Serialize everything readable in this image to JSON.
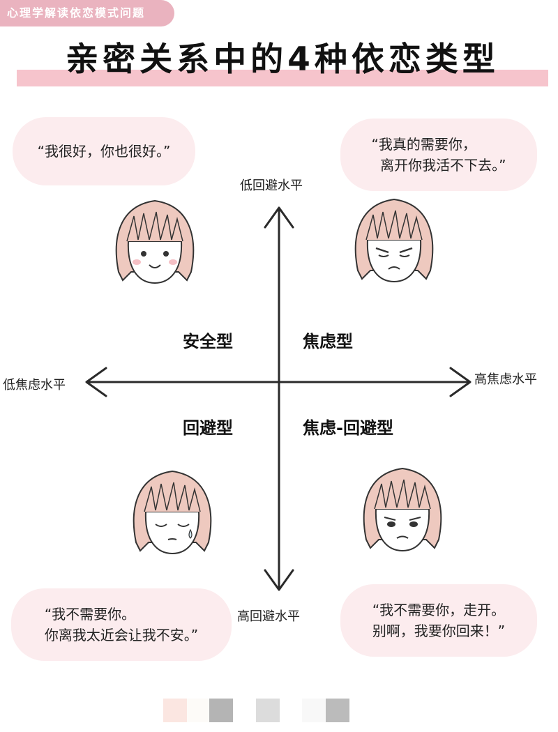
{
  "header": {
    "tag": "心理学解读依恋模式问题",
    "title": "亲密关系中的4种依恋类型"
  },
  "axes": {
    "top": "低回避水平",
    "bottom": "高回避水平",
    "left": "低焦虑水平",
    "right": "高焦虑水平"
  },
  "quadrants": [
    {
      "id": "secure",
      "label": "安全型",
      "quote": "“我很好，你也很好。”",
      "face": "smiling"
    },
    {
      "id": "anxious",
      "label": "焦虑型",
      "quote": "“我真的需要你，\n  离开你我活不下去。”",
      "face": "worried"
    },
    {
      "id": "avoidant",
      "label": "回避型",
      "quote": "“我不需要你。\n你离我太近会让我不安。”",
      "face": "crying"
    },
    {
      "id": "anxious-avoidant",
      "label": "焦虑-回避型",
      "quote": "“我不需要你，走开。\n别啊，我要你回来！”",
      "face": "frowning"
    }
  ],
  "colors": {
    "accent_pink": "#eab3bf",
    "bubble_bg": "#fcecee",
    "hair": "#eec9bf",
    "axis": "#2a2a2a"
  },
  "swatches": [
    "#fbe6e1",
    "#fdfbf8",
    "#b4b4b4",
    "#dcdcdc",
    "#f8f8f8",
    "#bbbbbb"
  ]
}
